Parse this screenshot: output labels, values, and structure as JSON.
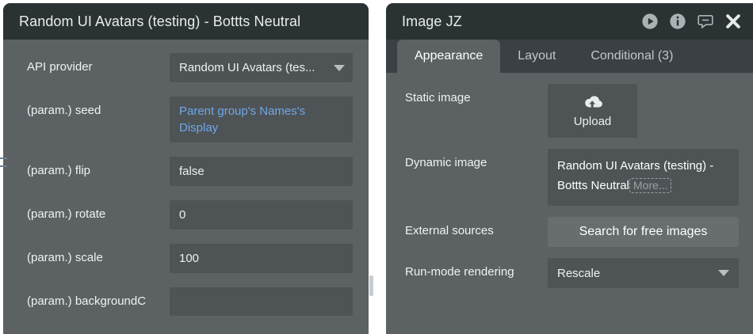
{
  "left_panel": {
    "title": "Random UI Avatars (testing) - Bottts Neutral",
    "rows": [
      {
        "label": "API provider",
        "value": "Random UI Avatars (tes...",
        "type": "dropdown",
        "dynamic": false
      },
      {
        "label": "(param.) seed",
        "value": "Parent group's Names's Display",
        "type": "dynamic",
        "dynamic": true
      },
      {
        "label": "(param.) flip",
        "value": "false",
        "type": "text",
        "dynamic": false
      },
      {
        "label": "(param.) rotate",
        "value": "0",
        "type": "text",
        "dynamic": false
      },
      {
        "label": "(param.) scale",
        "value": "100",
        "type": "text",
        "dynamic": false
      },
      {
        "label": "(param.) backgroundC",
        "value": "",
        "type": "text",
        "dynamic": false
      }
    ],
    "resizer_icon": "resize-handle-icon",
    "grip_icon": "drag-grip-icon"
  },
  "right_panel": {
    "title": "Image JZ",
    "titlebar_icons": [
      {
        "name": "play-icon"
      },
      {
        "name": "info-icon"
      },
      {
        "name": "comment-icon"
      },
      {
        "name": "close-icon"
      }
    ],
    "tabs": [
      {
        "label": "Appearance",
        "active": true
      },
      {
        "label": "Layout",
        "active": false
      },
      {
        "label": "Conditional (3)",
        "active": false
      }
    ],
    "fields": {
      "static_image": {
        "label": "Static image",
        "upload_label": "Upload",
        "upload_icon": "cloud-upload-icon"
      },
      "dynamic_image": {
        "label": "Dynamic image",
        "value": "Random UI Avatars (testing) - Bottts Neutral",
        "more_label": "More..."
      },
      "external_sources": {
        "label": "External sources",
        "button_label": "Search for free images"
      },
      "run_mode_rendering": {
        "label": "Run-mode rendering",
        "value": "Rescale",
        "caret_icon": "chevron-down-icon"
      }
    }
  },
  "colors": {
    "titlebar": "#2b3234",
    "panel_body": "#5c6164",
    "field": "#4e5356",
    "tabbar": "#3a4043",
    "dynamic_text": "#6ea8e8",
    "text": "#f0f2f3"
  }
}
